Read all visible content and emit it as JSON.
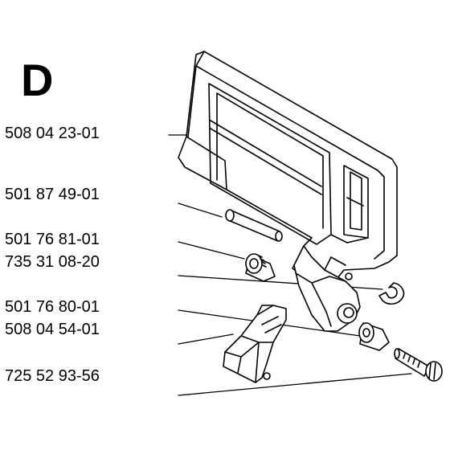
{
  "section_letter": "D",
  "part_numbers": [
    "508 04 23-01",
    "501 87 49-01",
    "501 76 81-01",
    "735 31 08-20",
    "501 76 80-01",
    "508 04 54-01",
    "725 52 93-56"
  ]
}
